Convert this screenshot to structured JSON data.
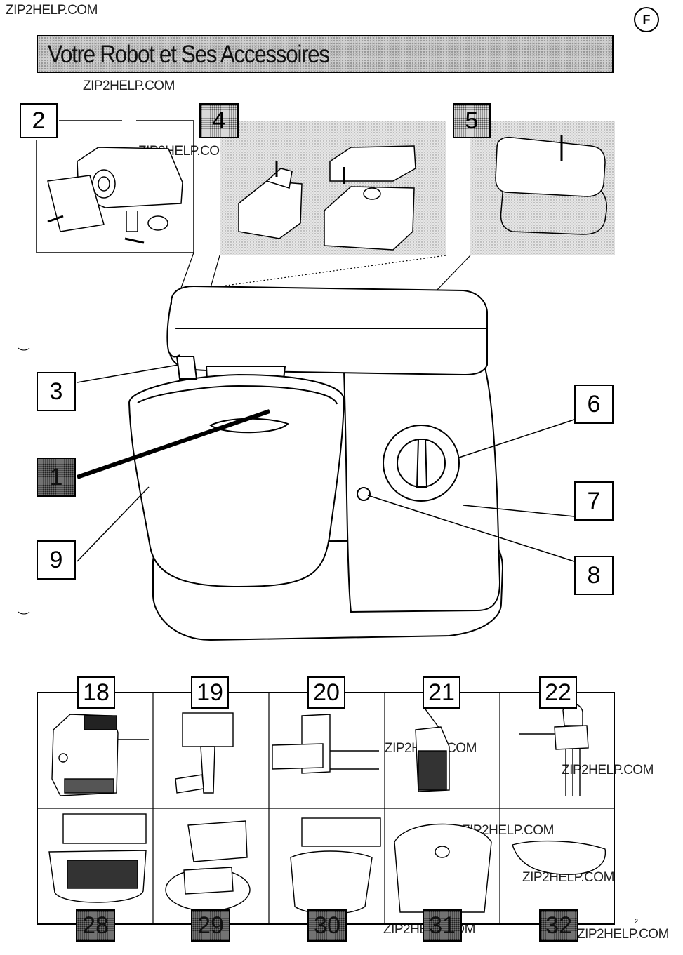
{
  "watermarks": {
    "w1": "ZIP2HELP.COM",
    "w2": "ZIP2HELP.COM",
    "w3": "ZIP2HELP.COM",
    "w4": "ZIP2HELP.COM",
    "w5": "ZIP2HELP.COM",
    "w6": "ZIP2HELP.COM",
    "w7": "ZIP2HELP.COM",
    "w8": "ZIP2HELP.COM",
    "w9": "ZIP2HELP.COM"
  },
  "header": {
    "title": "Votre Robot et Ses Accessoires",
    "language_badge": "F"
  },
  "callouts": {
    "c1": "1",
    "c2": "2",
    "c3": "3",
    "c4": "4",
    "c5": "5",
    "c6": "6",
    "c7": "7",
    "c8": "8",
    "c9": "9"
  },
  "accessories": {
    "top_row": [
      "18",
      "19",
      "20",
      "21",
      "22"
    ],
    "bottom_row": [
      "28",
      "29",
      "30",
      "31",
      "32"
    ]
  },
  "footer": {
    "page_number": "2"
  }
}
